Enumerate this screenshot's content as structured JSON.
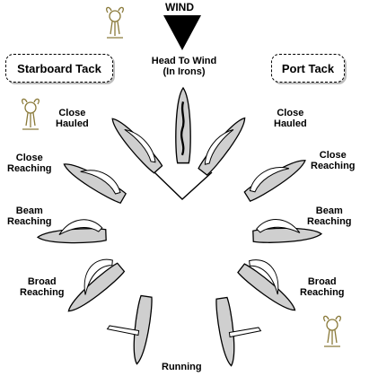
{
  "wind_label": "WIND",
  "head_to_wind": {
    "line1": "Head To Wind",
    "line2": "(In Irons)"
  },
  "tacks": {
    "starboard": "Starboard Tack",
    "port": "Port Tack"
  },
  "points_of_sail": {
    "close_hauled": {
      "line1": "Close",
      "line2": "Hauled"
    },
    "close_reaching": {
      "line1": "Close",
      "line2": "Reaching"
    },
    "beam_reaching": {
      "line1": "Beam",
      "line2": "Reaching"
    },
    "broad_reaching": {
      "line1": "Broad",
      "line2": "Reaching"
    },
    "running": "Running"
  },
  "colors": {
    "hull_fill": "#cfcfcf",
    "outline": "#000000",
    "emblem": "#8a7a3a"
  },
  "icons": [
    "wind-arrow-icon",
    "boat-icon",
    "sail-icon",
    "emblem-icon"
  ]
}
